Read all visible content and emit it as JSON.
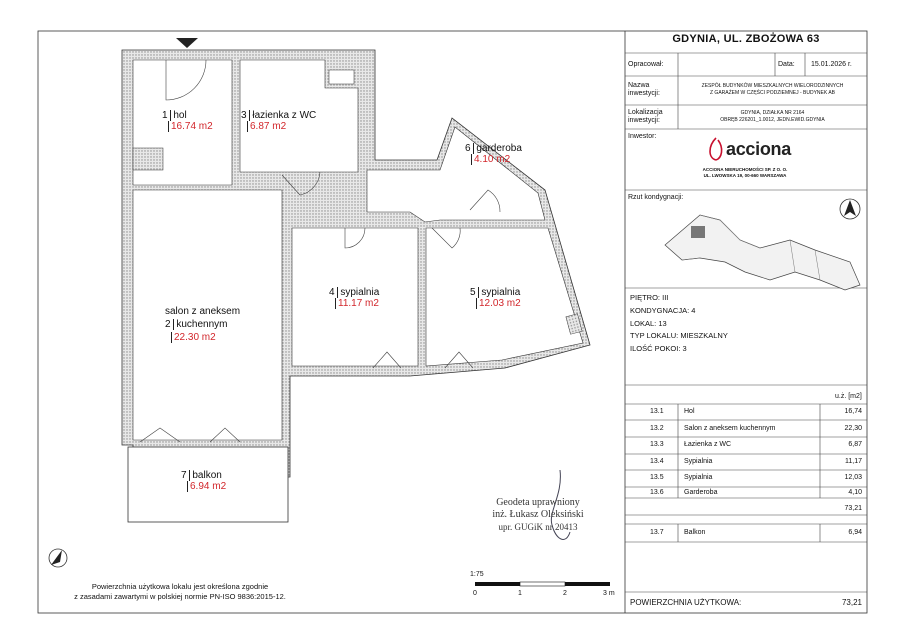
{
  "header": {
    "address": "GDYNIA, UL. ZBOŻOWA 63",
    "prepared_label": "Opracował:",
    "date_label": "Data:",
    "date_value": "15.01.2026 r.",
    "investment_name_label": [
      "Nazwa",
      "inwestycji:"
    ],
    "investment_name_value": [
      "ZESPÓŁ BUDYNKÓW MIESZKALNYCH WIELORODZINNYCH",
      "Z GARAŻEM W CZĘŚCI PODZIEMNEJ - BUDYNEK AB"
    ],
    "location_label": [
      "Lokalizacja",
      "inwestycji:"
    ],
    "location_value": [
      "GDYNIA, DZIAŁKA NR 2164",
      "OBRĘB 226201_1.0012, JEDN.EWID.GDYNIA"
    ],
    "investor_label": "Inwestor:",
    "logo_text": "acciona",
    "investor_line1": "ACCIONA NIERUCHOMOŚCI SP. Z O. O.",
    "investor_line2": "UL. LWOWSKA 19, 00-660 WARSZAWA",
    "floor_plan_label": "Rzut kondygnacji:"
  },
  "unit_info": [
    {
      "label": "PIĘTRO:",
      "value": "III"
    },
    {
      "label": "KONDYGNACJA:",
      "value": "4"
    },
    {
      "label": "LOKAL:",
      "value": "13"
    },
    {
      "label": "TYP LOKALU:",
      "value": "MIESZKALNY"
    },
    {
      "label": "ILOŚĆ POKOI:",
      "value": "3"
    }
  ],
  "area_table": {
    "unit_header": "u.ż. [m2]",
    "rows": [
      {
        "no": "13.1",
        "name": "Hol",
        "area": "16,74"
      },
      {
        "no": "13.2",
        "name": "Salon z aneksem kuchennym",
        "area": "22,30"
      },
      {
        "no": "13.3",
        "name": "Łazienka z WC",
        "area": "6,87"
      },
      {
        "no": "13.4",
        "name": "Sypialnia",
        "area": "11,17"
      },
      {
        "no": "13.5",
        "name": "Sypialnia",
        "area": "12,03"
      },
      {
        "no": "13.6",
        "name": "Garderoba",
        "area": "4,10"
      }
    ],
    "subtotal": "73,21",
    "balcony": {
      "no": "13.7",
      "name": "Balkon",
      "area": "6,94"
    },
    "total_label": "POWIERZCHNIA UŻYTKOWA:",
    "total_value": "73,21"
  },
  "rooms": [
    {
      "no": "1",
      "name": "hol",
      "area": "16.74 m2"
    },
    {
      "no": "3",
      "name": "łazienka z WC",
      "area": "6.87 m2"
    },
    {
      "no": "6",
      "name": "garderoba",
      "area": "4.10 m2"
    },
    {
      "no": "4",
      "name": "sypialnia",
      "area": "11.17 m2"
    },
    {
      "no": "5",
      "name": "sypialnia",
      "area": "12.03 m2"
    },
    {
      "no": "2",
      "name": [
        "salon z aneksem",
        "kuchennym"
      ],
      "area": "22.30 m2"
    },
    {
      "no": "7",
      "name": "balkon",
      "area": "6.94 m2"
    }
  ],
  "stamp": [
    "Geodeta uprawniony",
    "inż. Łukasz Oleksiński",
    "upr. GUGiK nr 20413"
  ],
  "footnote": [
    "Powierzchnia użytkowa lokalu jest określona zgodnie",
    "z zasadami zawartymi w polskiej normie PN-ISO 9836:2015-12."
  ],
  "scale": {
    "ratio": "1:75",
    "ticks": [
      "0",
      "1",
      "2",
      "3 m"
    ]
  },
  "colors": {
    "area_red": "#d2262b",
    "logo_red": "#c8102e",
    "wall_hatch": "#8a8a8a",
    "line": "#222222"
  }
}
